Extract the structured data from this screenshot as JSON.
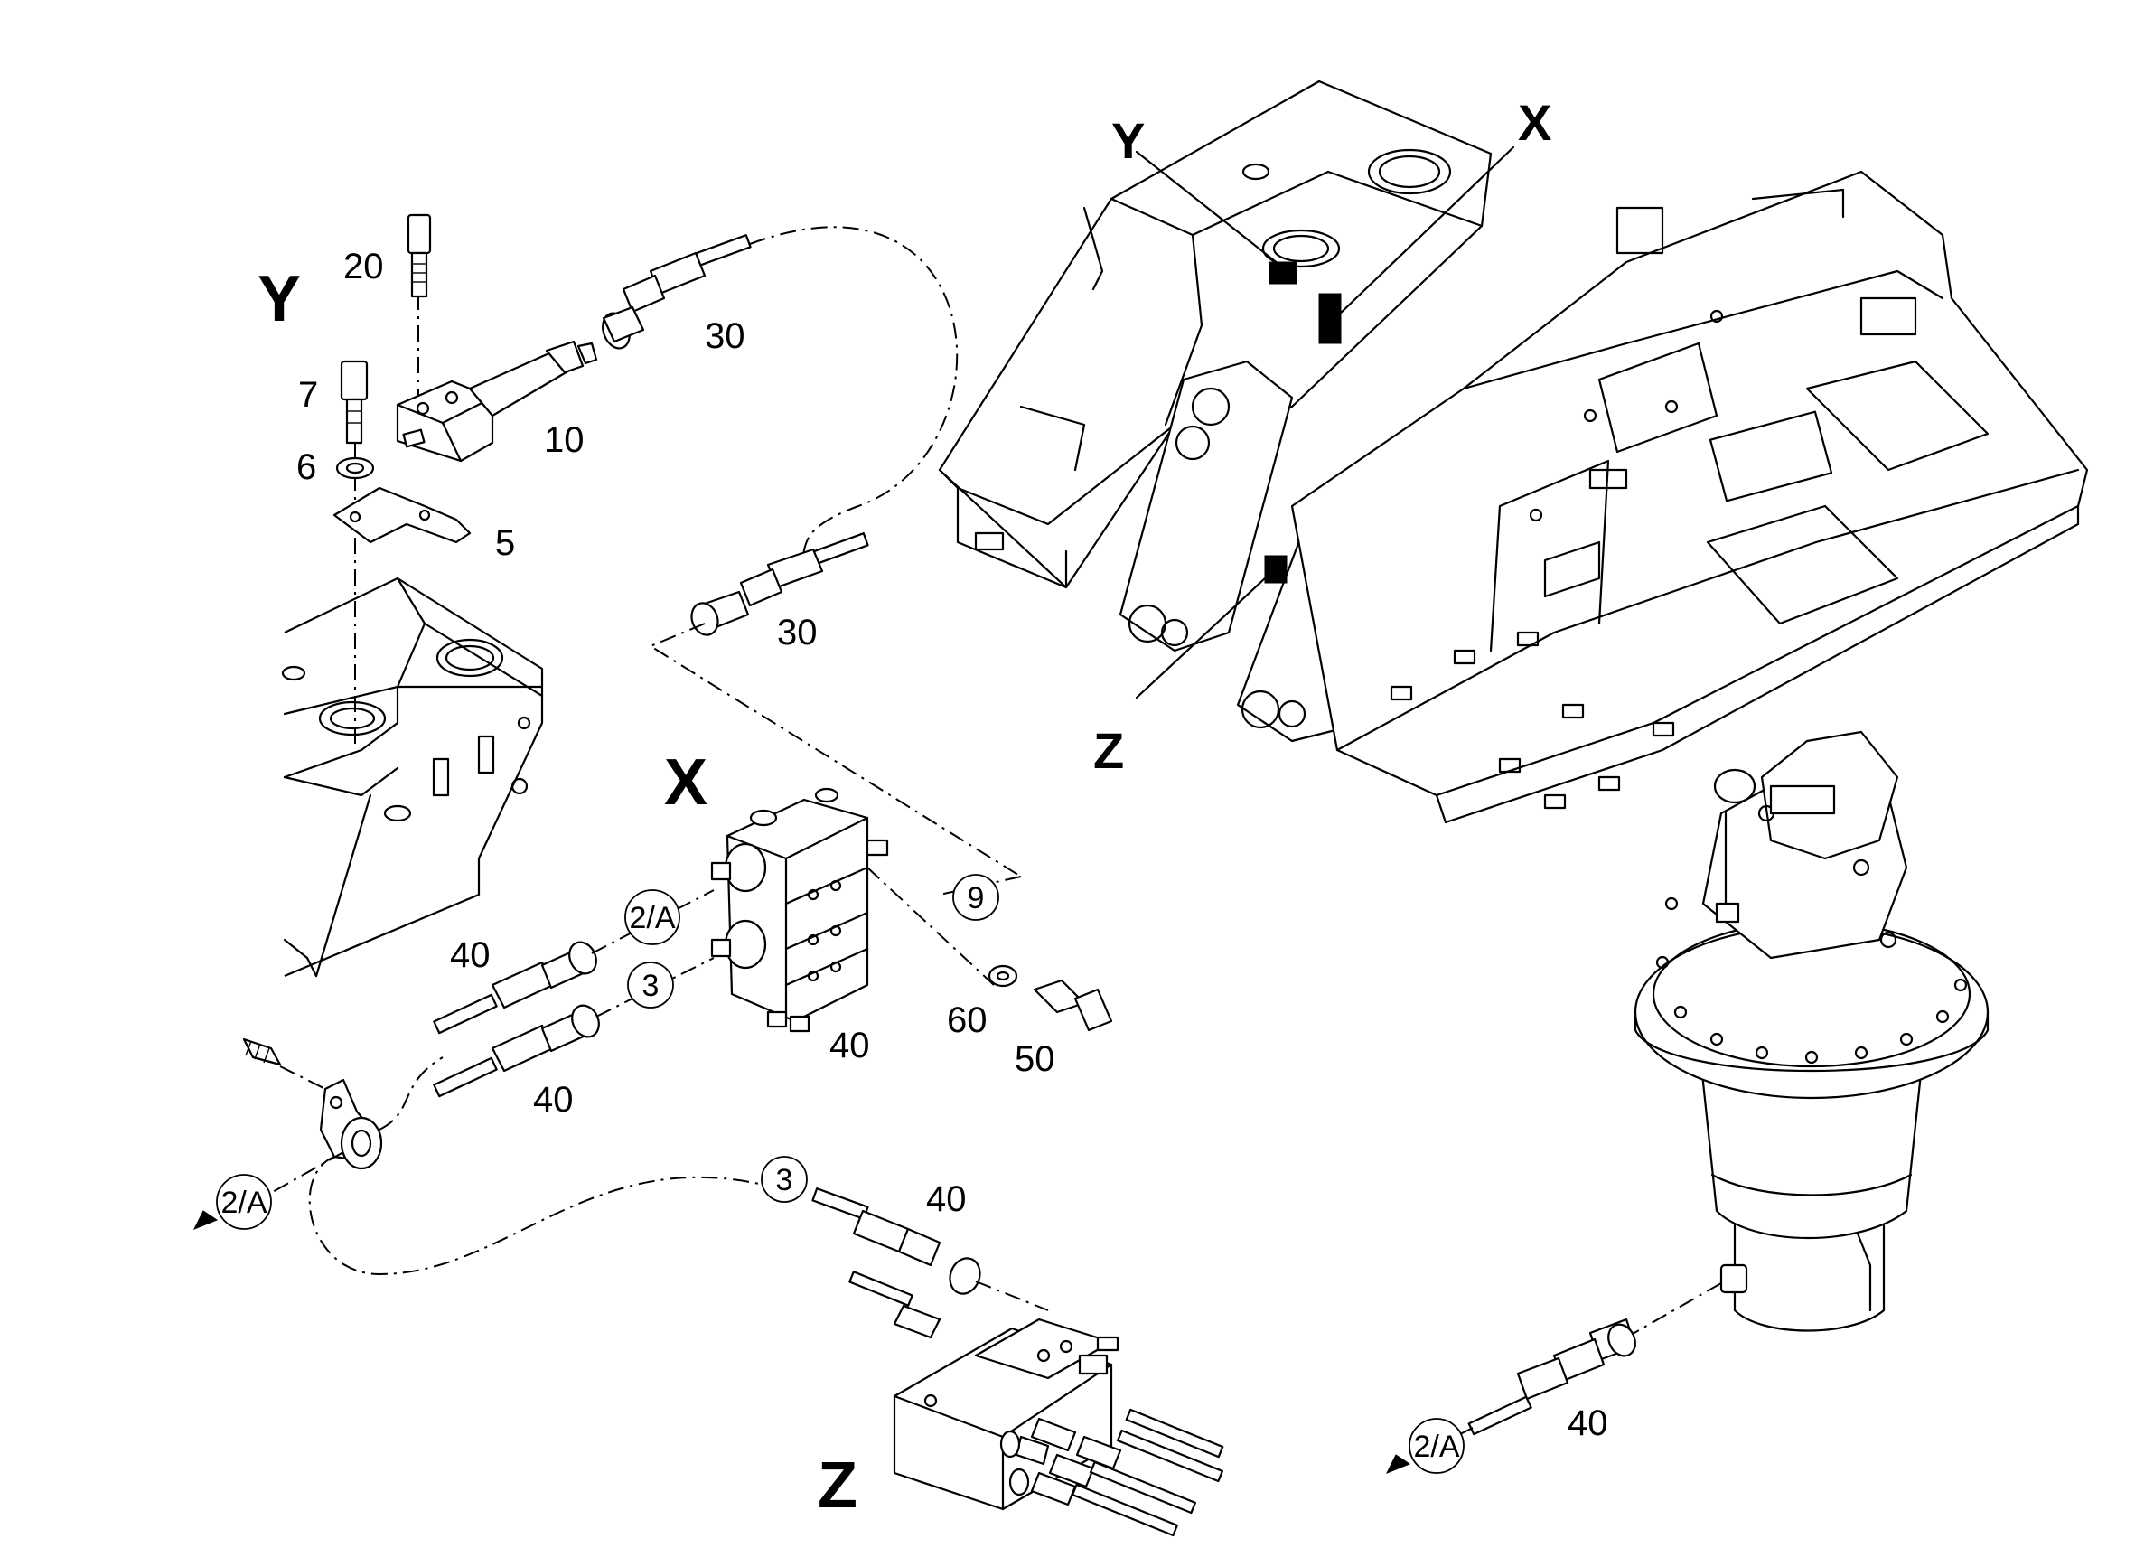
{
  "views": {
    "y": "Y",
    "x": "X",
    "z": "Z",
    "callout_y": "Y",
    "callout_x": "X",
    "callout_z": "Z"
  },
  "items": {
    "n20": "20",
    "n7": "7",
    "n6": "6",
    "n5": "5",
    "n10": "10",
    "n30a": "30",
    "n30b": "30",
    "n9": "9",
    "n40a": "40",
    "n40b": "40",
    "n40c": "40",
    "n40d": "40",
    "n40e": "40",
    "n60": "60",
    "n50": "50",
    "ref3a": "3",
    "ref3b": "3",
    "ref2a_1": "2/A",
    "ref2a_2": "2/A",
    "ref2a_3": "2/A"
  }
}
